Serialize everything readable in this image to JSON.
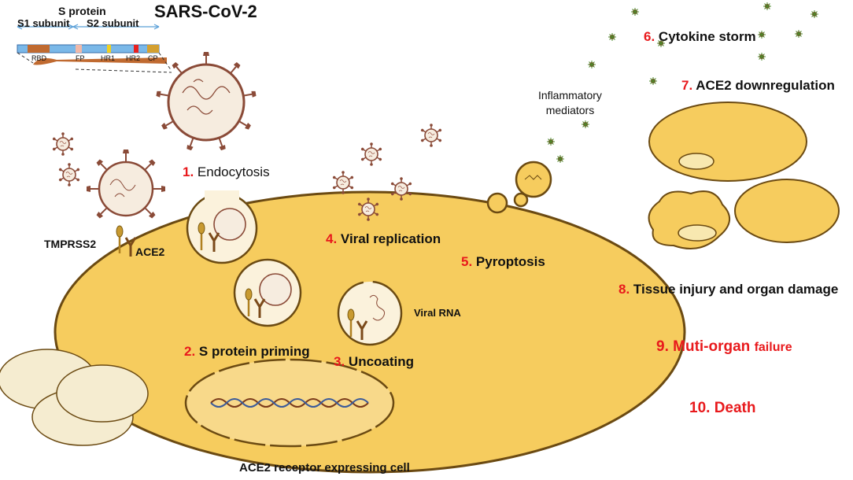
{
  "title": "SARS-CoV-2",
  "s_protein": {
    "label": "S protein",
    "s1": "S1 subunit",
    "s2": "S2 subunit",
    "domains": {
      "rbd": "RBD",
      "fp": "FP",
      "hr1": "HR1",
      "hr2": "HR2",
      "cp": "CP"
    }
  },
  "receptors": {
    "tmprss2": "TMPRSS2",
    "ace2": "ACE2"
  },
  "steps": [
    {
      "num": "1.",
      "text": "Endocytosis"
    },
    {
      "num": "2.",
      "text": "S protein priming"
    },
    {
      "num": "3.",
      "text": "Uncoating"
    },
    {
      "num": "4.",
      "text": "Viral replication"
    },
    {
      "num": "5.",
      "text": "Pyroptosis"
    },
    {
      "num": "6.",
      "text": "Cytokine storm"
    },
    {
      "num": "7.",
      "text": "ACE2 downregulation"
    },
    {
      "num": "8.",
      "text": "Tissue injury and organ damage"
    },
    {
      "num": "9.",
      "text": "Muti-organ",
      "suffix": "failure"
    },
    {
      "num": "10.",
      "text": "Death"
    }
  ],
  "viral_rna": "Viral  RNA",
  "inflammatory": {
    "line1": "Inflammatory",
    "line2": "mediators"
  },
  "caption": "ACE2 receptor expressing cell",
  "colors": {
    "cell_fill": "#f6cc5e",
    "cell_stroke": "#6b4a12",
    "virus_stroke": "#8a4a37",
    "virus_fill": "#f6ecdf",
    "accent_red": "#e8191c"
  }
}
